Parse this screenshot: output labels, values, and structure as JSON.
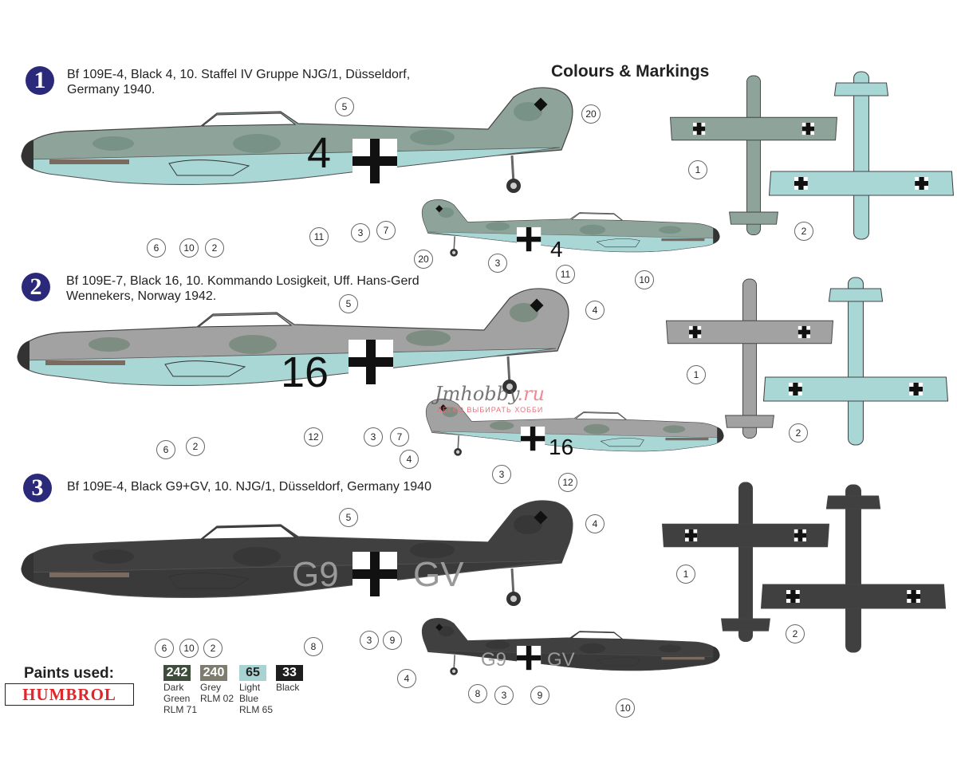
{
  "header": {
    "title": "Colours & Markings"
  },
  "schemes": [
    {
      "number": "1",
      "caption_line1": "Bf 109E-4, Black 4, 10. Staffel IV Gruppe NJG/1, Düsseldorf,",
      "caption_line2": "Germany 1940.",
      "code": "4",
      "colors": {
        "top": "#8ea49a",
        "bottom": "#a8d7d6",
        "mottle": "#6f8a7f"
      }
    },
    {
      "number": "2",
      "caption_line1": "Bf 109E-7, Black 16, 10. Kommando Losigkeit, Uff. Hans-Gerd",
      "caption_line2": "Wennekers, Norway 1942.",
      "code": "16",
      "colors": {
        "top": "#a2a2a2",
        "bottom": "#a8d7d6",
        "mottle": "#6e8474"
      }
    },
    {
      "number": "3",
      "caption_line1": "Bf 109E-4, Black G9+GV, 10. NJG/1, Düsseldorf, Germany 1940",
      "caption_line2": "",
      "code_left": "G9",
      "code_right": "GV",
      "colors": {
        "top": "#404040",
        "bottom": "#3a3a3a",
        "mottle": "#333333"
      }
    }
  ],
  "callouts": {
    "s1": [
      "5",
      "20",
      "11",
      "3",
      "7",
      "6",
      "10",
      "2",
      "20",
      "3",
      "11",
      "10",
      "1",
      "2"
    ],
    "s2": [
      "5",
      "4",
      "12",
      "3",
      "7",
      "6",
      "2",
      "4",
      "3",
      "12",
      "1",
      "2"
    ],
    "s3": [
      "5",
      "4",
      "8",
      "3",
      "9",
      "6",
      "10",
      "2",
      "4",
      "8",
      "3",
      "9",
      "10",
      "1",
      "2"
    ]
  },
  "paints": {
    "title": "Paints used:",
    "brand": "HUMBROL",
    "items": [
      {
        "code": "242",
        "line1": "Dark",
        "line2": "Green",
        "line3": "RLM 71",
        "color": "#3f4d3c"
      },
      {
        "code": "240",
        "line1": "Grey",
        "line2": "RLM 02",
        "line3": "",
        "color": "#7d7c6e"
      },
      {
        "code": "65",
        "line1": "Light",
        "line2": "Blue",
        "line3": "RLM 65",
        "color": "#a9d3d3"
      },
      {
        "code": "33",
        "line1": "Black",
        "line2": "",
        "line3": "",
        "color": "#1e1e1e"
      }
    ]
  },
  "watermark": {
    "brand": "Jmhobby",
    "tld": ".ru",
    "tagline": "ЛЕГКО ВЫБИРАТЬ ХОББИ"
  }
}
